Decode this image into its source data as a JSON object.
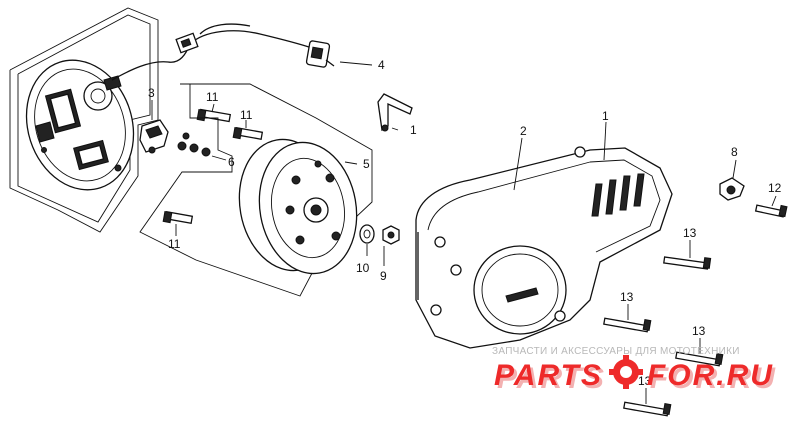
{
  "callouts": {
    "c1a": "1",
    "c1b": "1",
    "c2": "2",
    "c3": "3",
    "c4": "4",
    "c5": "5",
    "c6": "6",
    "c8": "8",
    "c9": "9",
    "c10": "10",
    "c11a": "11",
    "c11b": "11",
    "c11c": "11",
    "c12": "12",
    "c13a": "13",
    "c13b": "13",
    "c13c": "13",
    "c13d": "13"
  },
  "watermark": {
    "caption": "ЗАПЧАСТИ И АКСЕССУАРЫ ДЛЯ МОТОТЕХНИКИ",
    "brand_part1": "PARTS",
    "brand_part2": "FOR.RU",
    "brand_color": "#ee2a2a",
    "brand_shadow_color": "#f3b1b1"
  }
}
